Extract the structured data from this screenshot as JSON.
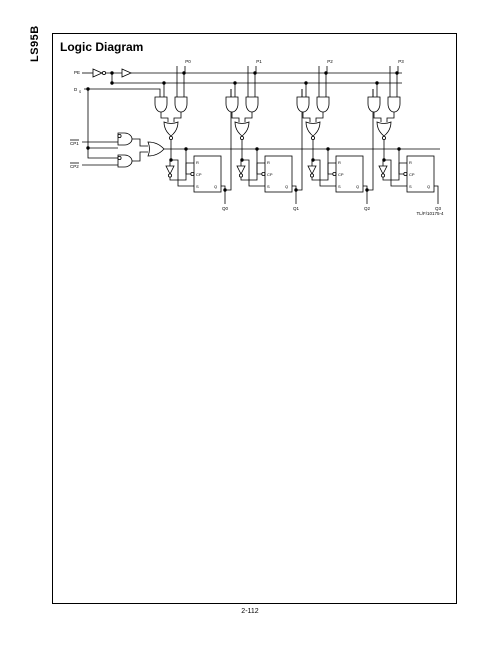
{
  "side_label": "LS95B",
  "title": "Logic Diagram",
  "page_number": "2-112",
  "figure_code": "TL/F/10175-4",
  "inputs": {
    "pe": "PE",
    "ds": "D",
    "ds_sub": "S",
    "cp1": "CP1",
    "cp2": "CP2"
  },
  "parallel_inputs": [
    "P0",
    "P1",
    "P2",
    "P3"
  ],
  "outputs": [
    "Q0",
    "Q1",
    "Q2",
    "Q3"
  ],
  "flipflop_pins": {
    "r": "R",
    "cp": "CP",
    "s": "S",
    "q": "Q"
  }
}
